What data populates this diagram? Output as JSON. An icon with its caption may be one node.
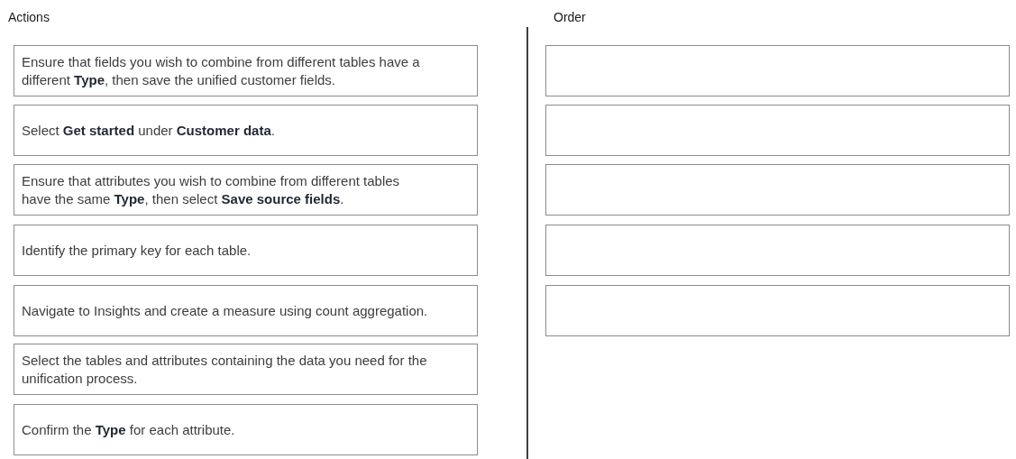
{
  "diagram": {
    "nodes": [
      {
        "text": [
          "Ensure that fields you wish to combine from different tables have a different **Type**, then save the unified customer fields."
        ]
      },
      {
        "text": [
          "Select **Get started** under **Customer data**."
        ]
      },
      {
        "text": [
          "Ensure that attributes you wish to combine from different tables have the same **Type**, then select **Save source fields**."
        ]
      },
      {
        "text": [
          "Identify the primary key for each table."
        ]
      },
      {
        "text": [
          "Navigate to Insights and create a measure using count aggregation."
        ]
      },
      {
        "text": [
          "Select the tables and attributes containing the data you need for the unification process."
        ]
      },
      {
        "text": [
          "Confirm the **Type** for each attribute."
        ]
      },
      {
        "text": [],
        "shape": "box"
      },
      {
        "text": [],
        "shape": "box"
      },
      {
        "text": [],
        "shape": "box"
      },
      {
        "text": [],
        "shape": "box"
      },
      {
        "text": [],
        "shape": "box"
      }
    ],
    "labels": [
      "Actions",
      "Order"
    ]
  }
}
